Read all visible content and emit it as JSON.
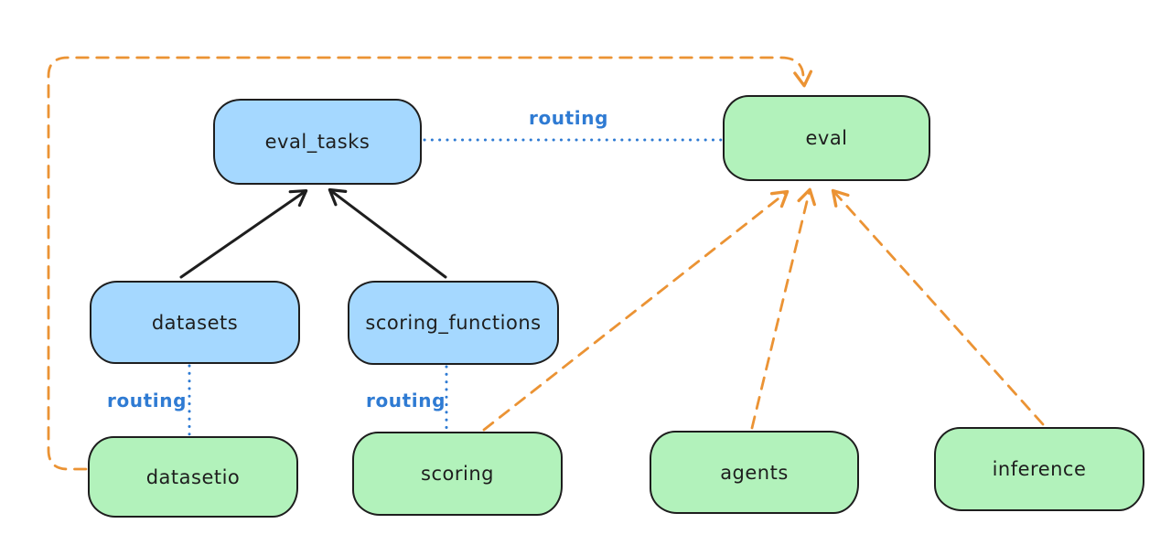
{
  "diagram": {
    "background": "#ffffff",
    "nodes": [
      {
        "id": "eval_tasks",
        "label": "eval_tasks",
        "kind": "resource",
        "fill": "#a5d8ff",
        "stroke": "#1e1e1e"
      },
      {
        "id": "eval",
        "label": "eval",
        "kind": "api",
        "fill": "#b2f2bb",
        "stroke": "#1e1e1e"
      },
      {
        "id": "datasets",
        "label": "datasets",
        "kind": "resource",
        "fill": "#a5d8ff",
        "stroke": "#1e1e1e"
      },
      {
        "id": "scoring_functions",
        "label": "scoring_functions",
        "kind": "resource",
        "fill": "#a5d8ff",
        "stroke": "#1e1e1e"
      },
      {
        "id": "datasetio",
        "label": "datasetio",
        "kind": "api",
        "fill": "#b2f2bb",
        "stroke": "#1e1e1e"
      },
      {
        "id": "scoring",
        "label": "scoring",
        "kind": "api",
        "fill": "#b2f2bb",
        "stroke": "#1e1e1e"
      },
      {
        "id": "agents",
        "label": "agents",
        "kind": "api",
        "fill": "#b2f2bb",
        "stroke": "#1e1e1e"
      },
      {
        "id": "inference",
        "label": "inference",
        "kind": "api",
        "fill": "#b2f2bb",
        "stroke": "#1e1e1e"
      }
    ],
    "edges": [
      {
        "from": "datasets",
        "to": "eval_tasks",
        "style": "solid",
        "color": "#1e1e1e",
        "arrow": true,
        "label": ""
      },
      {
        "from": "scoring_functions",
        "to": "eval_tasks",
        "style": "solid",
        "color": "#1e1e1e",
        "arrow": true,
        "label": ""
      },
      {
        "from": "eval_tasks",
        "to": "eval",
        "style": "dotted",
        "color": "#2f7bd3",
        "arrow": false,
        "label": "routing"
      },
      {
        "from": "datasets",
        "to": "datasetio",
        "style": "dotted",
        "color": "#2f7bd3",
        "arrow": false,
        "label": "routing"
      },
      {
        "from": "scoring_functions",
        "to": "scoring",
        "style": "dotted",
        "color": "#2f7bd3",
        "arrow": false,
        "label": "routing"
      },
      {
        "from": "datasetio",
        "to": "eval",
        "style": "dashed",
        "color": "#eb9334",
        "arrow": true,
        "label": ""
      },
      {
        "from": "scoring",
        "to": "eval",
        "style": "dashed",
        "color": "#eb9334",
        "arrow": true,
        "label": ""
      },
      {
        "from": "agents",
        "to": "eval",
        "style": "dashed",
        "color": "#eb9334",
        "arrow": true,
        "label": ""
      },
      {
        "from": "inference",
        "to": "eval",
        "style": "dashed",
        "color": "#eb9334",
        "arrow": true,
        "label": ""
      }
    ],
    "colors": {
      "blue_fill": "#a5d8ff",
      "green_fill": "#b2f2bb",
      "stroke": "#1e1e1e",
      "orange": "#eb9334",
      "routing_blue": "#2f7bd3"
    }
  }
}
